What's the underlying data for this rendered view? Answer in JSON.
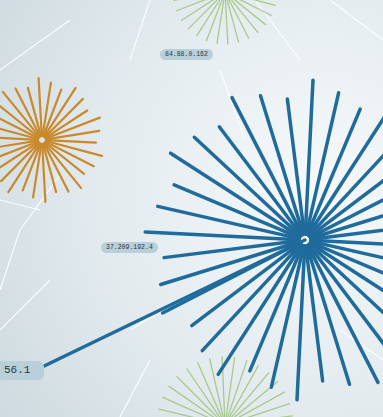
{
  "diagram": {
    "nodes": [
      {
        "text": [
          "84.88.0.162"
        ]
      },
      {
        "text": [
          "37.209.192.4"
        ]
      },
      {
        "text": [
          "56.1"
        ]
      }
    ]
  }
}
